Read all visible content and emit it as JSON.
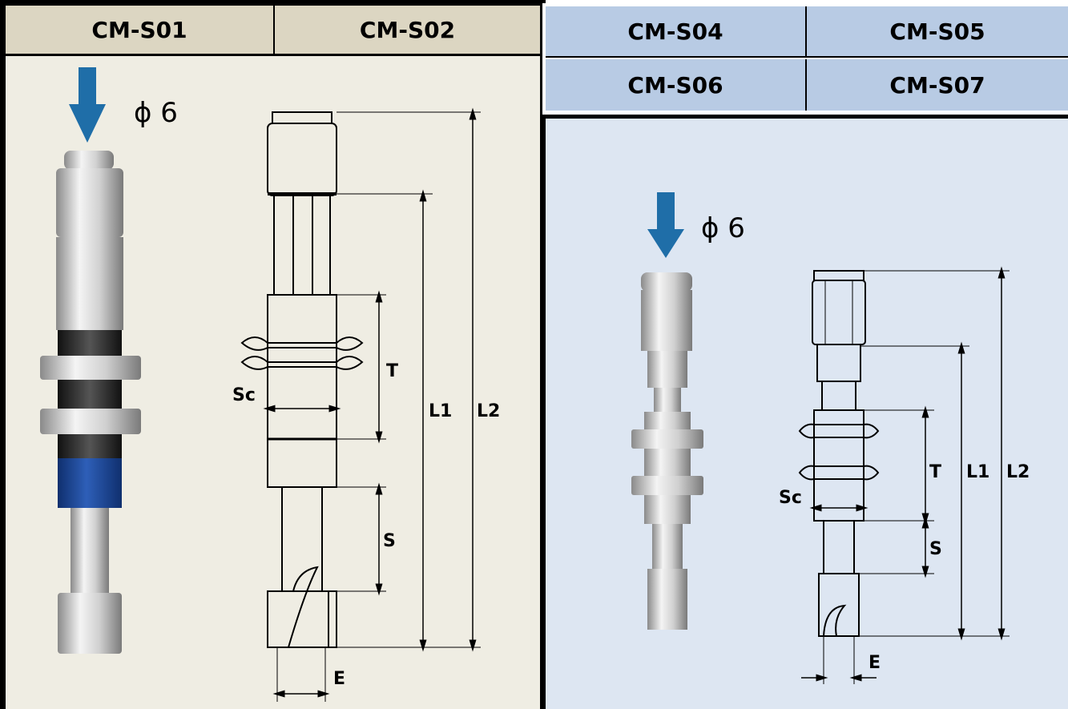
{
  "left_panel": {
    "headers": [
      "CM-S01",
      "CM-S02"
    ],
    "port_label": "ϕ 6",
    "dimensions": {
      "T": "T",
      "Sc": "Sc",
      "S": "S",
      "L1": "L1",
      "L2": "L2",
      "E": "E"
    }
  },
  "right_panel": {
    "headers_row1": [
      "CM-S04",
      "CM-S05"
    ],
    "headers_row2": [
      "CM-S06",
      "CM-S07"
    ],
    "port_label": "ϕ 6",
    "dimensions": {
      "T": "T",
      "Sc": "Sc",
      "S": "S",
      "L1": "L1",
      "L2": "L2",
      "E": "E"
    }
  },
  "colors": {
    "left_bg": "#efede3",
    "left_header": "#dcd6c2",
    "right_bg": "#dde6f2",
    "right_header": "#b8cbe4",
    "arrow": "#1f6ea8",
    "blue_sleeve": "#1d4a9c"
  }
}
